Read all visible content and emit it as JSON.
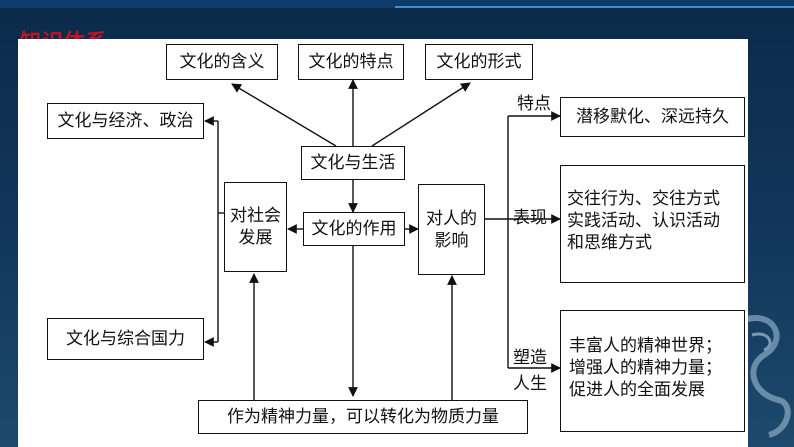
{
  "title": "知识体系",
  "boxes": {
    "meaning": "文化的含义",
    "features": "文化的特点",
    "forms": "文化的形式",
    "culture_economy": "文化与经济、政治",
    "culture_life": "文化与生活",
    "society_line1": "对社会",
    "society_line2": "发展",
    "role": "文化的作用",
    "person_line1": "对人的",
    "person_line2": "影响",
    "comprehensive": "文化与综合国力",
    "spiritual_power": "作为精神力量，可以转化为物质力量",
    "subtle": "潜移默化、深远持久",
    "behavior_lines": [
      "交往行为、交往方式",
      "实践活动、认识活动",
      "和思维方式"
    ],
    "shape_lines": [
      "丰富人的精神世界；",
      "增强人的精神力量；",
      "促进人的全面发展"
    ]
  },
  "labels": {
    "trait": "特点",
    "expression": "表现",
    "shape_line1": "塑造",
    "shape_line2": "人生"
  }
}
